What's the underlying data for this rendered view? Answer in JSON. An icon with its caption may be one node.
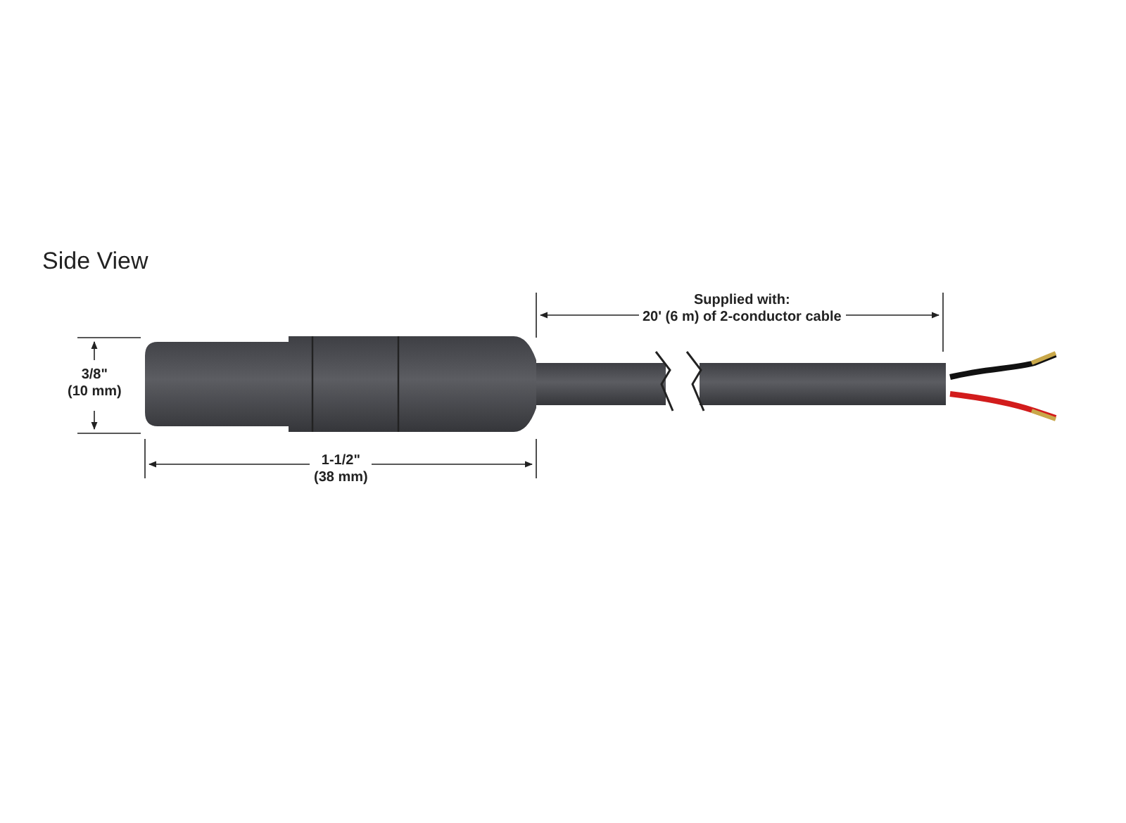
{
  "diagram": {
    "title": "Side View",
    "labels": [
      "3/8\" (10 mm)",
      "1-1/2\" (38 mm)",
      "Supplied with: 20' (6 m) of 2-conductor cable"
    ]
  }
}
